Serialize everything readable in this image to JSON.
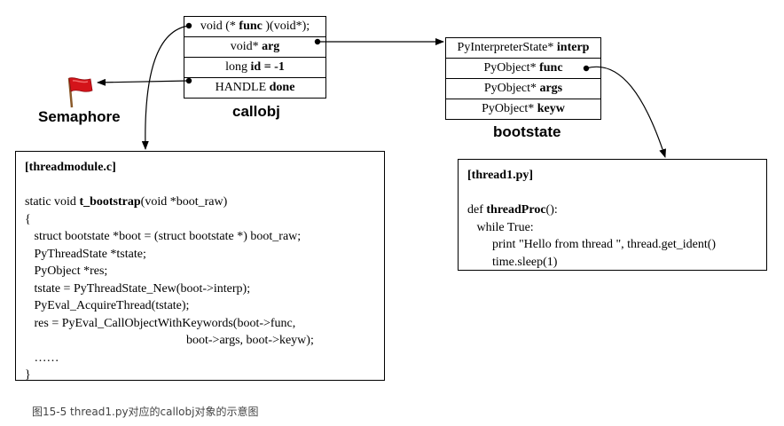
{
  "callobj": {
    "label": "callobj",
    "fields": [
      {
        "pre": "void (* ",
        "bold": "func",
        "post": " )(void*);"
      },
      {
        "pre": "void* ",
        "bold": "arg",
        "post": ""
      },
      {
        "pre": "long ",
        "bold": "id = -1",
        "post": ""
      },
      {
        "pre": "HANDLE ",
        "bold": "done",
        "post": ""
      }
    ]
  },
  "bootstate": {
    "label": "bootstate",
    "fields": [
      {
        "pre": "PyInterpreterState* ",
        "bold": "interp",
        "post": ""
      },
      {
        "pre": "PyObject* ",
        "bold": "func",
        "post": ""
      },
      {
        "pre": "PyObject* ",
        "bold": "args",
        "post": ""
      },
      {
        "pre": "PyObject* ",
        "bold": "keyw",
        "post": ""
      }
    ]
  },
  "semaphore": {
    "label": "Semaphore"
  },
  "threadmodule": {
    "title": "[threadmodule.c]",
    "lines": [
      "",
      "static void {b}t_bootstrap{/b}(void *boot_raw)",
      "{",
      "   struct bootstate *boot = (struct bootstate *) boot_raw;",
      "   PyThreadState *tstate;",
      "   PyObject *res;",
      "   tstate = PyThreadState_New(boot->interp);",
      "   PyEval_AcquireThread(tstate);",
      "   res = PyEval_CallObjectWithKeywords(boot->func,",
      "                                                    boot->args, boot->keyw);",
      "   ……",
      "}"
    ]
  },
  "thread1": {
    "title": "[thread1.py]",
    "lines": [
      "",
      "def {b}threadProc{/b}():",
      "   while True:",
      "        print \"Hello from thread \", thread.get_ident()",
      "        time.sleep(1)"
    ]
  },
  "figure_caption": "图15-5 thread1.py对应的callobj对象的示意图"
}
